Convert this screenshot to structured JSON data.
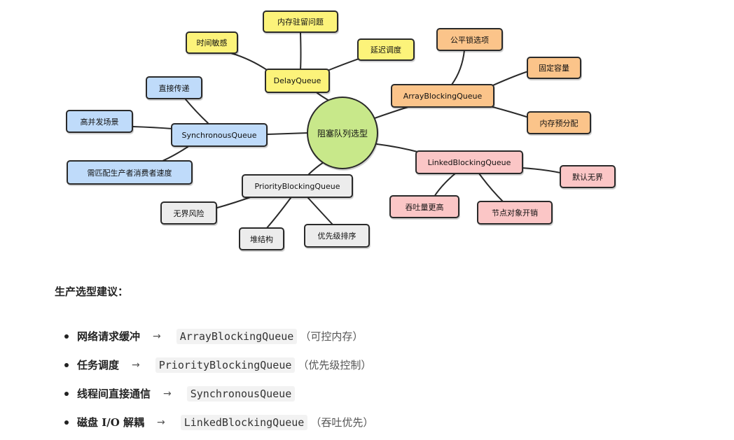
{
  "diagram": {
    "center": "阻塞队列选型",
    "branches": [
      {
        "queue": "DelayQueue",
        "features": [
          "时间敏感",
          "内存驻留问题",
          "延迟调度"
        ]
      },
      {
        "queue": "ArrayBlockingQueue",
        "features": [
          "公平锁选项",
          "固定容量",
          "内存预分配"
        ]
      },
      {
        "queue": "LinkedBlockingQueue",
        "features": [
          "默认无界",
          "吞吐量更高",
          "节点对象开销"
        ]
      },
      {
        "queue": "PriorityBlockingQueue",
        "features": [
          "无界风险",
          "堆结构",
          "优先级排序"
        ]
      },
      {
        "queue": "SynchronousQueue",
        "features": [
          "直接传递",
          "高并发场景",
          "需匹配生产者消费者速度"
        ]
      }
    ]
  },
  "advice": {
    "title": "生产选型建议：",
    "arrow": "→",
    "items": [
      {
        "scenario": "网络请求缓冲",
        "queue": "ArrayBlockingQueue",
        "note": "（可控内存）"
      },
      {
        "scenario": "任务调度",
        "queue": "PriorityBlockingQueue",
        "note": "（优先级控制）"
      },
      {
        "scenario": "线程间直接通信",
        "queue": "SynchronousQueue",
        "note": ""
      },
      {
        "scenario": "磁盘 I/O 解耦",
        "queue": "LinkedBlockingQueue",
        "note": "（吞吐优先）"
      }
    ]
  }
}
